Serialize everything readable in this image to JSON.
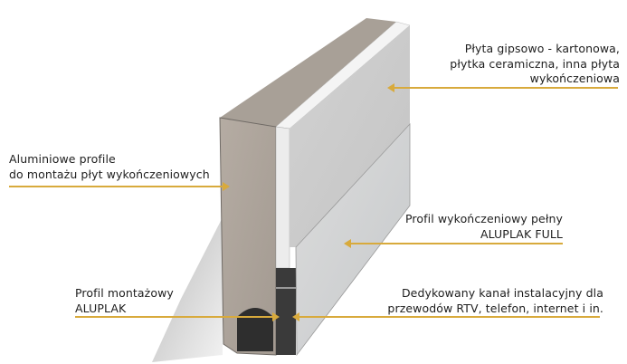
{
  "colors": {
    "accent": "#d8aa3c",
    "text": "#1e1e1e"
  },
  "labels": {
    "board": [
      "Płyta gipsowo - kartonowa,",
      "płytka ceramiczna, inna płyta",
      "wykończeniowa"
    ],
    "aluminium_profiles": [
      "Aluminiowe profile",
      "do montażu płyt wykończeniowych"
    ],
    "finishing_profile": [
      "Profil wykończeniowy pełny",
      "ALUPLAK FULL"
    ],
    "mounting_profile": [
      "Profil montażowy",
      "ALUPLAK"
    ],
    "channel": [
      "Dedykowany kanał instalacyjny dla",
      "przewodów RTV, telefon, internet i in."
    ]
  }
}
